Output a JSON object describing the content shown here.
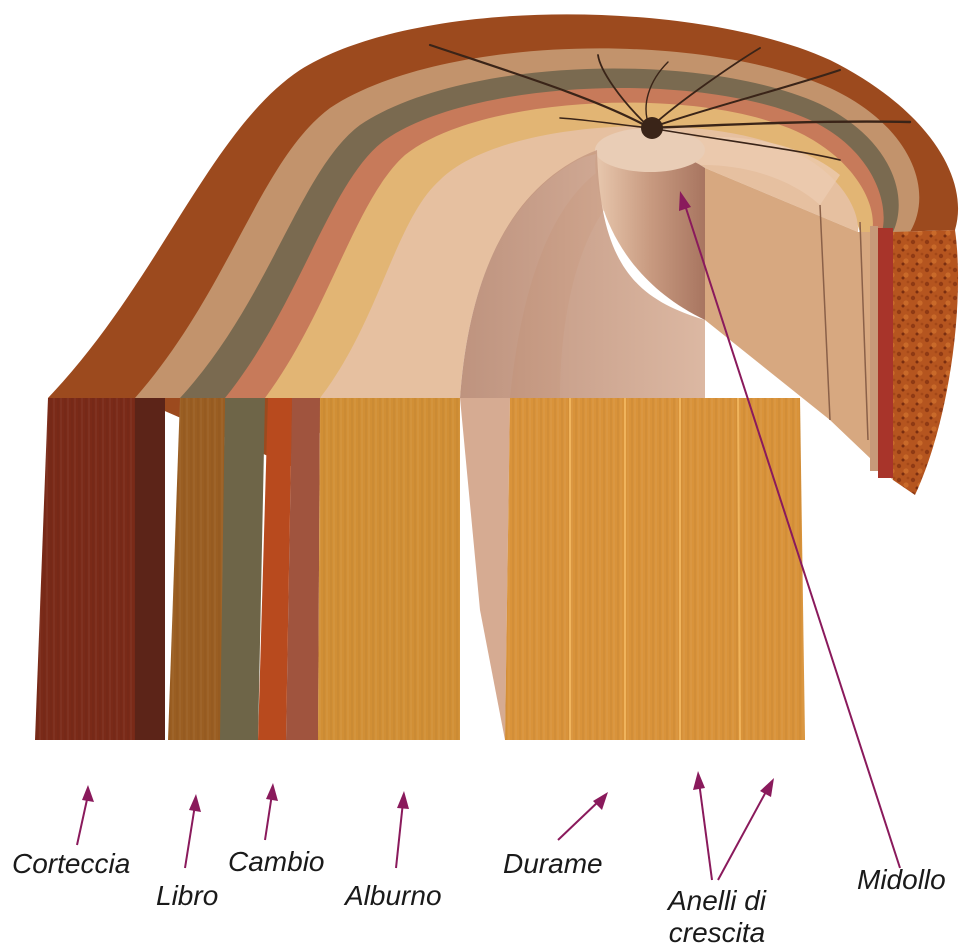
{
  "labels": {
    "corteccia": "Corteccia",
    "libro": "Libro",
    "cambio": "Cambio",
    "alburno": "Alburno",
    "durame": "Durame",
    "anelli_line1": "Anelli di",
    "anelli_line2": "crescita",
    "midollo": "Midollo"
  },
  "colors": {
    "arrow": "#8a1a5c",
    "bark": "#7a2a18",
    "bark_top": "#9c4a1e",
    "phloem": "#9a5e22",
    "cambium": "#b84a1e",
    "sapwood": "#d18f35",
    "heartwood": "#d9933a",
    "heartwood_top": "#e6c0a0",
    "pith": "#3a2418"
  }
}
